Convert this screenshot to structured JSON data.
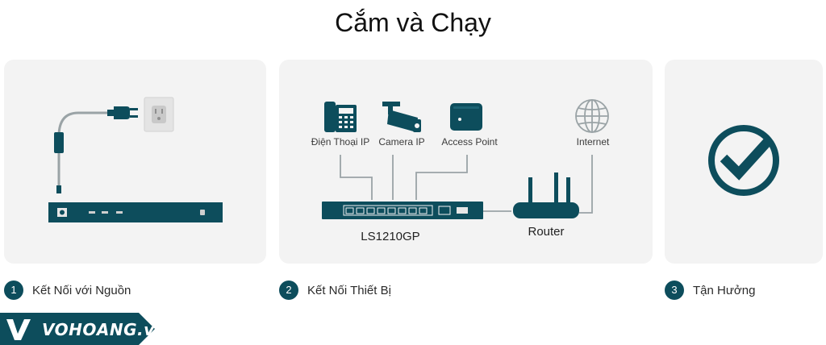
{
  "page": {
    "title": "Cắm và Chạy"
  },
  "panels": {
    "devices": {
      "ip_phone_label": "Điện Thoại IP",
      "ip_camera_label": "Camera IP",
      "access_point_label": "Access Point",
      "internet_label": "Internet",
      "switch_label": "LS1210GP",
      "router_label": "Router"
    }
  },
  "steps": [
    {
      "number": "1",
      "label": "Kết Nối với Nguồn"
    },
    {
      "number": "2",
      "label": "Kết Nối Thiết Bị"
    },
    {
      "number": "3",
      "label": "Tận Hưởng"
    }
  ],
  "brand": {
    "logo_text": "VOHOANG.vn"
  },
  "colors": {
    "accent": "#0d4d5c",
    "panel_bg": "#f3f3f3",
    "wire": "#9aa3a6",
    "outlet": "#e6e6e6"
  }
}
